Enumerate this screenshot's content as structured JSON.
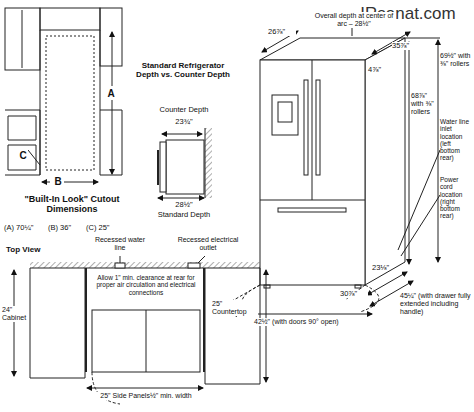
{
  "diagram": {
    "labels": [
      "IRsanat.com",
      "A",
      "B",
      "C",
      "\"Built-In Look\" Cutout Dimensions",
      "(A) 70¼\"",
      "(B) 36\"",
      "(C) 25\"",
      "Standard Refrigerator Depth vs. Counter Depth",
      "Counter Depth",
      "23¾\"",
      "28½\"",
      "Standard Depth",
      "Overall depth at center of arc – 28½\"",
      "26⅞\"",
      "35⅞\"",
      "4⅞\"",
      "69½\" with ⅜\" rollers",
      "68⅞\" with ⅜\" rollers",
      "Water line inlet location (left bottom rear)",
      "Power cord location (right bottom rear)",
      "23⅛\"",
      "30⅞\"",
      "45¼\" (with drawer fully extended including handle)",
      "42½\" (with doors 90° open)",
      "Top View",
      "Recessed water line",
      "Recessed electrical outlet",
      "Allow 1\" min. clearance at rear for proper air circulation and electrical connections",
      "24\" Cabinet",
      "25\" Countertop",
      "25\" Side Panels½\" min. width"
    ]
  }
}
